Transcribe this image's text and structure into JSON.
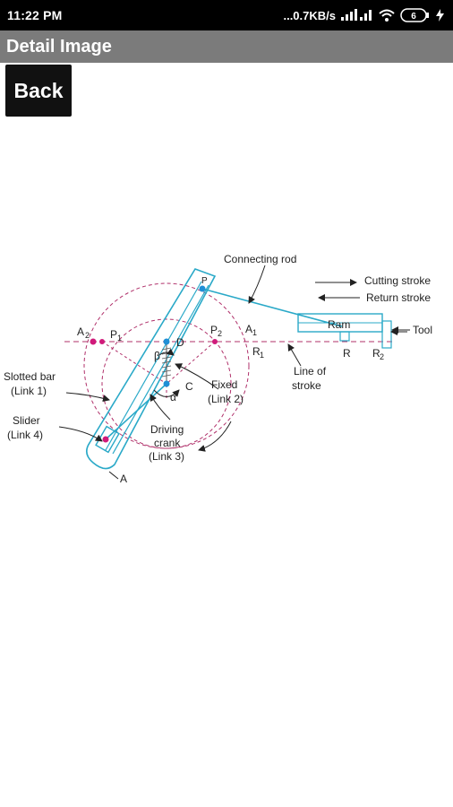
{
  "status_bar": {
    "time": "11:22 PM",
    "network_speed": "...0.7KB/s",
    "battery_level": "6"
  },
  "app_bar": {
    "title": "Detail Image"
  },
  "back_button": {
    "label": "Back"
  },
  "diagram": {
    "labels": {
      "connecting_rod": "Connecting rod",
      "cutting_stroke": "Cutting stroke",
      "return_stroke": "Return stroke",
      "tool": "Tool",
      "ram": "Ram",
      "a2": "A",
      "a2_sub": "2",
      "p1": "P",
      "p1_sub": "1",
      "d": "D",
      "p2": "P",
      "p2_sub": "2",
      "a1": "A",
      "a1_sub": "1",
      "r1": "R",
      "r1_sub": "1",
      "r": "R",
      "r2": "R",
      "r2_sub": "2",
      "p": "P",
      "beta": "β",
      "alpha": "α",
      "c": "C",
      "a": "A",
      "slotted_bar_1": "Slotted bar",
      "slotted_bar_2": "(Link 1)",
      "slider_1": "Slider",
      "slider_2": "(Link 4)",
      "fixed_1": "Fixed",
      "fixed_2": "(Link 2)",
      "driving_crank_1": "Driving",
      "driving_crank_2": "crank",
      "driving_crank_3": "(Link 3)",
      "line_of_stroke_1": "Line of",
      "line_of_stroke_2": "stroke"
    },
    "colors": {
      "link": "#2aa9c8",
      "dashed_circle": "#b0306a",
      "point_blue": "#1f8fd6",
      "point_magenta": "#d01a7a",
      "text": "#222222"
    }
  }
}
